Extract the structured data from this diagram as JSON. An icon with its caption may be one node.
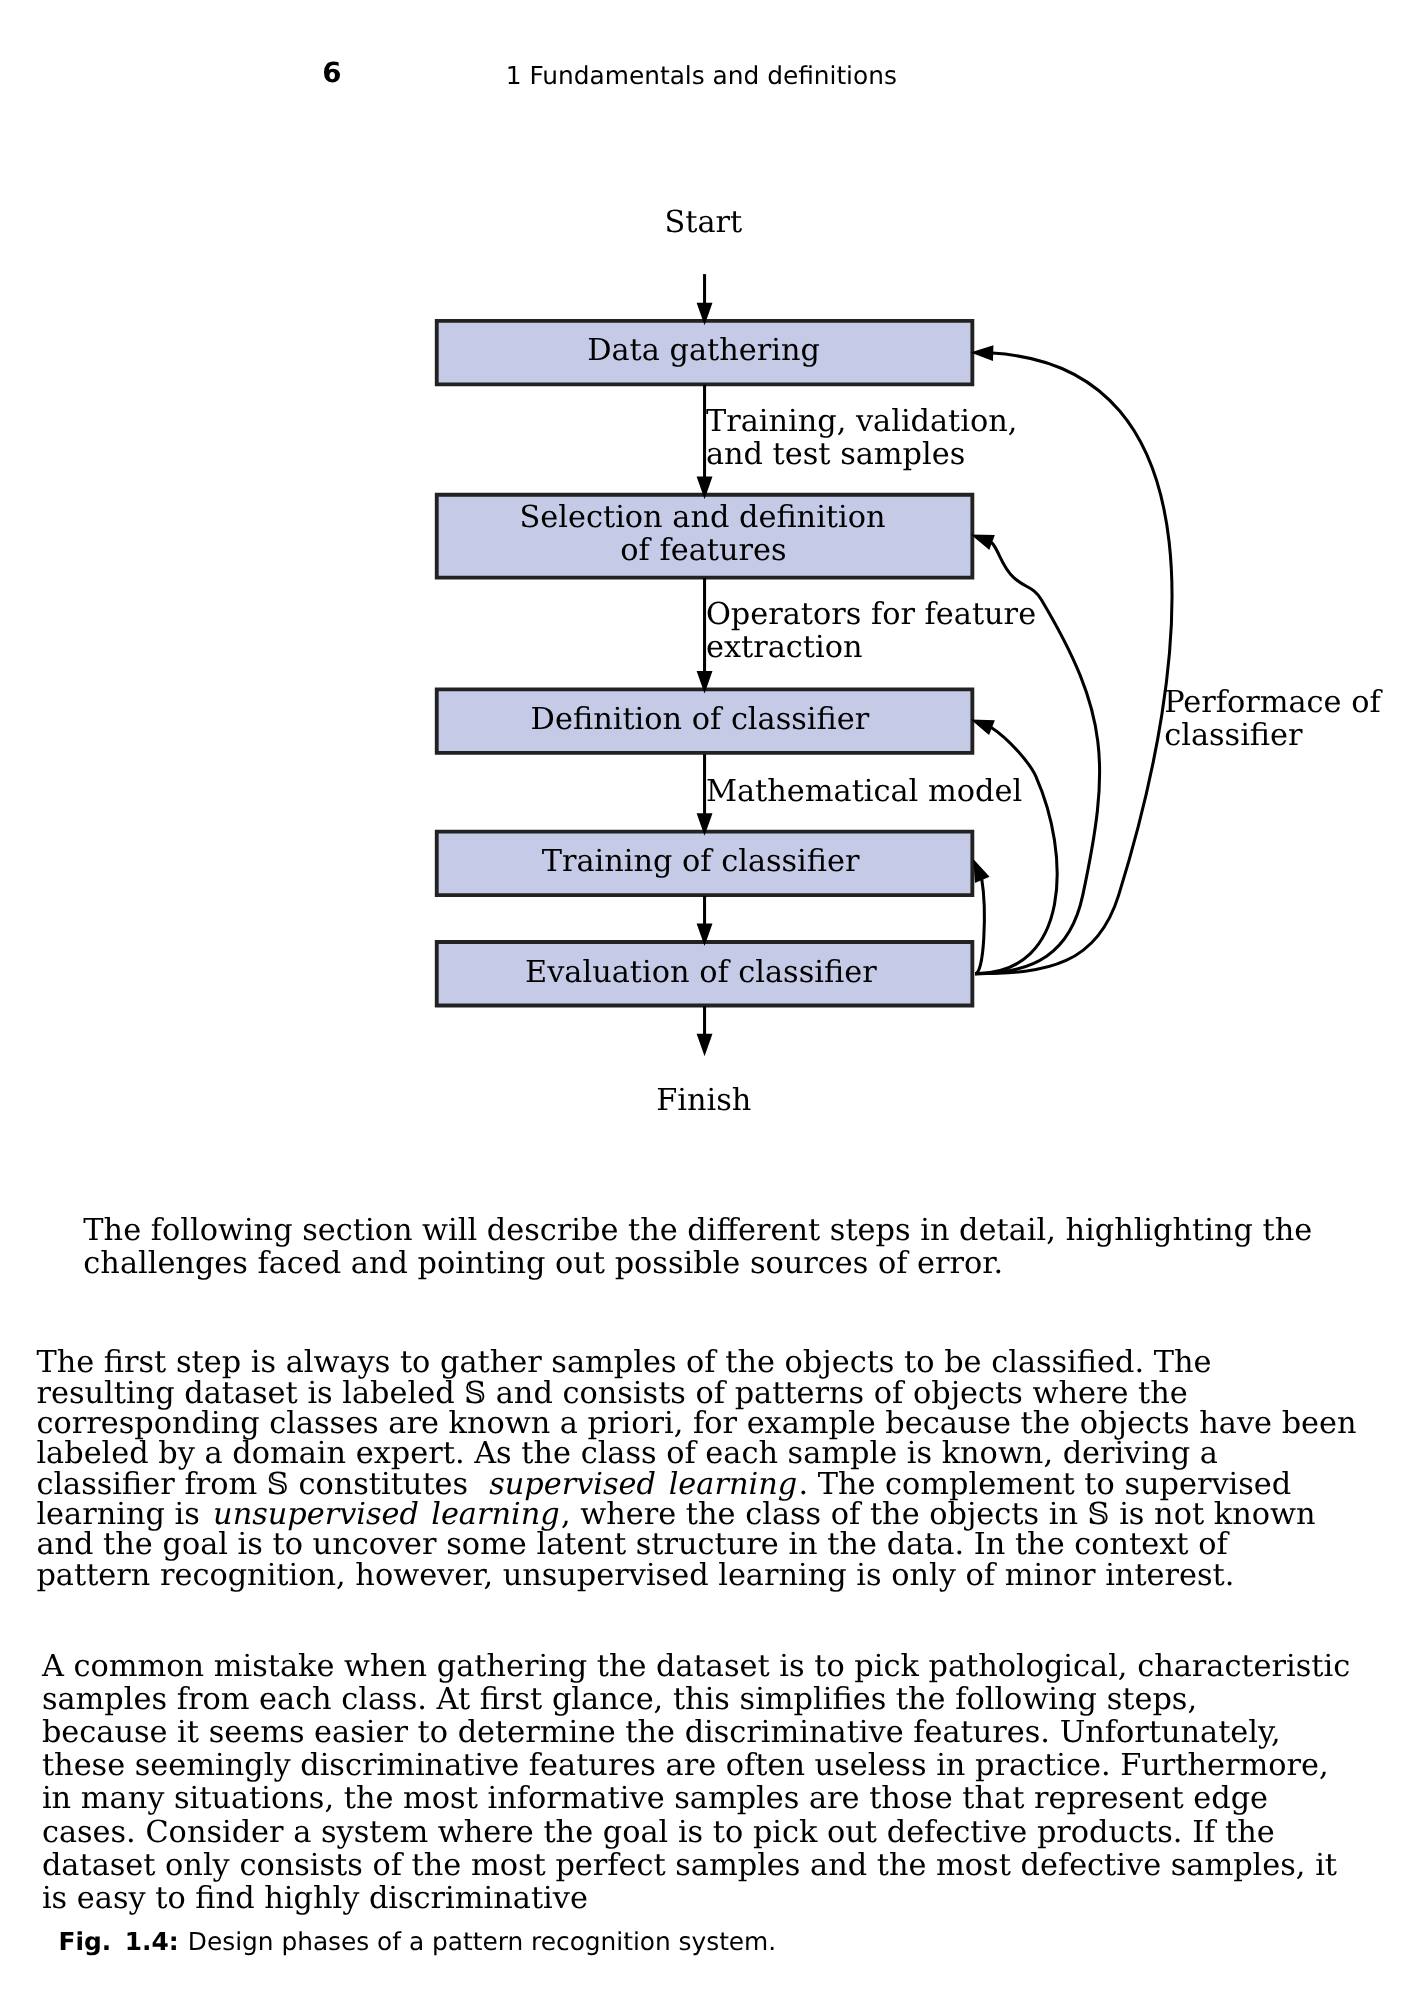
{
  "diagram": {
    "caption": "**Fig. 1.4:** Design phases of a pattern recognition system.",
    "nodes": [
      {
        "text": [
          "Start"
        ]
      },
      {
        "text": [
          "Data gathering"
        ]
      },
      {
        "text": [
          "Selection and definition of features"
        ]
      },
      {
        "text": [
          "Definition of classifier"
        ]
      },
      {
        "text": [
          "Training of classifier"
        ]
      },
      {
        "text": [
          "Evaluation of classifier"
        ]
      },
      {
        "text": [
          "Finish"
        ]
      }
    ],
    "edges": [
      {
        "from": 0,
        "to": 1,
        "arrow": "to"
      },
      {
        "from": 1,
        "to": 2,
        "arrow": "to",
        "label": "Training, validation, and test samples"
      },
      {
        "from": 2,
        "to": 3,
        "arrow": "to",
        "label": "Operators for feature extraction"
      },
      {
        "from": 3,
        "to": 4,
        "arrow": "to",
        "label": "Mathematical model"
      },
      {
        "from": 4,
        "to": 5,
        "arrow": "to"
      },
      {
        "from": 5,
        "to": 6,
        "arrow": "to"
      },
      {
        "from": 5,
        "to": 1,
        "arrow": "to",
        "label": "Performace of classifier"
      },
      {
        "from": 5,
        "to": 2,
        "arrow": "to"
      },
      {
        "from": 5,
        "to": 3,
        "arrow": "to"
      },
      {
        "from": 5,
        "to": 4,
        "arrow": "to"
      }
    ],
    "labels": [
      "6",
      "1 Fundamentals and definitions",
      "The following section will describe the different steps in detail, highlighting the challenges faced and pointing out possible sources of error.",
      "The first step is always to gather samples of the objects to be classified. The resulting dataset is labeled 𝕊 and consists of patterns of objects where the corresponding classes are known a priori, for example because the objects have been labeled by a domain expert. As the class of each sample is known, deriving a classifier from 𝕊 constitutes *supervised learning*. The complement to supervised learning is *unsupervised learning*, where the class of the objects in 𝕊 is not known and the goal is to uncover some latent structure in the data. In the context of pattern recognition, however, unsupervised learning is only of minor interest.",
      "A common mistake when gathering the dataset is to pick pathological, characteristic samples from each class. At first glance, this simplifies the following steps, because it seems easier to determine the discriminative features. Unfortunately, these seemingly discriminative features are often useless in practice. Furthermore, in many situations, the most informative samples are those that represent edge cases. Consider a system where the goal is to pick out defective products. If the dataset only consists of the most perfect samples and the most defective samples, it is easy to find highly discriminative"
    ]
  }
}
